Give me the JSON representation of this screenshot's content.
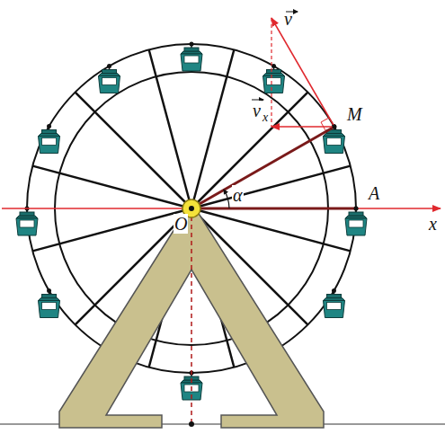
{
  "diagram": {
    "labels": [
      "v",
      "v",
      "x",
      "M",
      "A",
      "α",
      "O",
      "x"
    ]
  }
}
